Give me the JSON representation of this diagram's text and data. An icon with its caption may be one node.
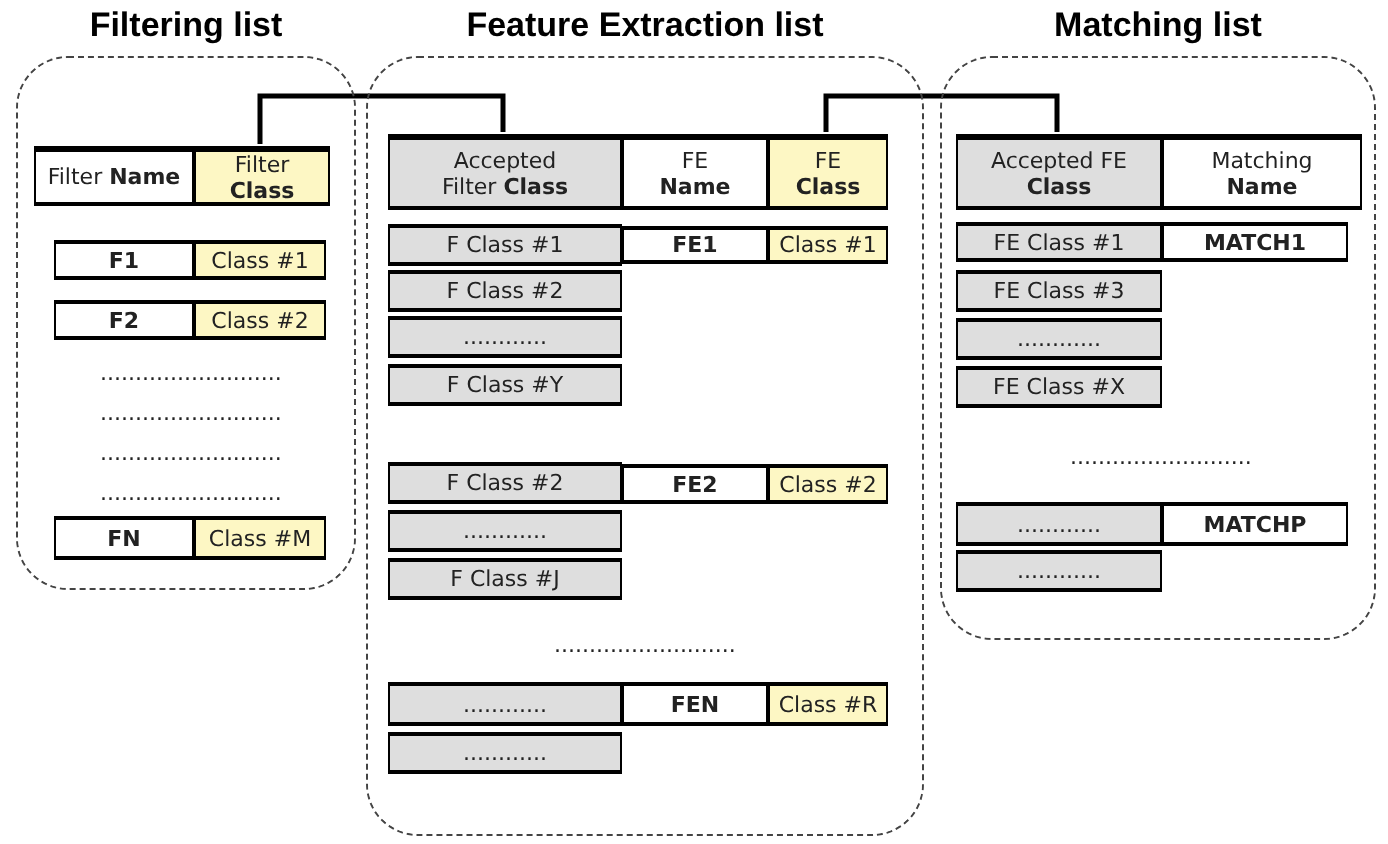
{
  "diagram": {
    "nodes": [
      {
        "text": [
          "Filtering list"
        ]
      },
      {
        "text": [
          "Filter **Name**"
        ],
        "in": 0
      },
      {
        "text": [
          "Filter **Class**"
        ],
        "in": 0
      },
      {
        "text": [
          "F1"
        ],
        "in": 0
      },
      {
        "text": [
          "Class #1"
        ],
        "in": 0
      },
      {
        "text": [
          "F2"
        ],
        "in": 0
      },
      {
        "text": [
          "Class #2"
        ],
        "in": 0
      },
      {
        "text": [
          "FN"
        ],
        "in": 0
      },
      {
        "text": [
          "Class #M"
        ],
        "in": 0
      },
      {
        "text": [
          "Feature Extraction list"
        ]
      },
      {
        "text": [
          "Accepted Filter **Class**"
        ],
        "in": 9
      },
      {
        "text": [
          "FE **Name**"
        ],
        "in": 9
      },
      {
        "text": [
          "FE **Class**"
        ],
        "in": 9
      },
      {
        "text": [
          "F Class #1"
        ],
        "in": 9
      },
      {
        "text": [
          "FE1"
        ],
        "in": 9
      },
      {
        "text": [
          "Class #1"
        ],
        "in": 9
      },
      {
        "text": [
          "F Class #2"
        ],
        "in": 9
      },
      {
        "text": [
          "............"
        ],
        "in": 9
      },
      {
        "text": [
          "F Class #Y"
        ],
        "in": 9
      },
      {
        "text": [
          "F Class #2"
        ],
        "in": 9
      },
      {
        "text": [
          "FE2"
        ],
        "in": 9
      },
      {
        "text": [
          "Class #2"
        ],
        "in": 9
      },
      {
        "text": [
          "............"
        ],
        "in": 9
      },
      {
        "text": [
          "F Class #J"
        ],
        "in": 9
      },
      {
        "text": [
          "............"
        ],
        "in": 9
      },
      {
        "text": [
          "FEN"
        ],
        "in": 9
      },
      {
        "text": [
          "Class #R"
        ],
        "in": 9
      },
      {
        "text": [
          "............"
        ],
        "in": 9
      },
      {
        "text": [
          "Matching list"
        ]
      },
      {
        "text": [
          "Accepted FE **Class**"
        ],
        "in": 28
      },
      {
        "text": [
          "Matching **Name**"
        ],
        "in": 28
      },
      {
        "text": [
          "FE Class #1"
        ],
        "in": 28
      },
      {
        "text": [
          "MATCH1"
        ],
        "in": 28
      },
      {
        "text": [
          "FE Class #3"
        ],
        "in": 28
      },
      {
        "text": [
          "............"
        ],
        "in": 28
      },
      {
        "text": [
          "FE Class #X"
        ],
        "in": 28
      },
      {
        "text": [
          "............"
        ],
        "in": 28
      },
      {
        "text": [
          "MATCHP"
        ],
        "in": 28
      },
      {
        "text": [
          "............"
        ],
        "in": 28
      }
    ],
    "edges": [
      {
        "from": 2,
        "to": 10,
        "arrow": "none"
      },
      {
        "from": 12,
        "to": 29,
        "arrow": "none"
      }
    ],
    "labels": [
      "..........................",
      "..........................",
      "..........................",
      "..........................",
      "..........................",
      ".........................."
    ]
  }
}
